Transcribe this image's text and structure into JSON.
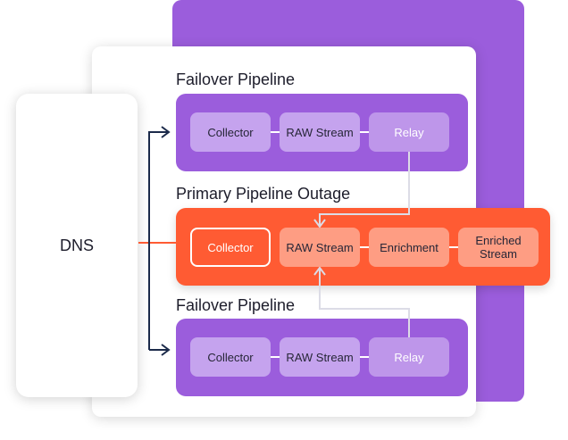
{
  "dns": {
    "label": "DNS"
  },
  "failover_top": {
    "title": "Failover Pipeline",
    "nodes": {
      "collector": "Collector",
      "raw_stream": "RAW Stream",
      "relay": "Relay"
    }
  },
  "primary": {
    "title": "Primary Pipeline Outage",
    "nodes": {
      "collector": "Collector",
      "raw_stream": "RAW Stream",
      "enrichment": "Enrichment",
      "enriched_stream": "Enriched Stream"
    }
  },
  "failover_bottom": {
    "title": "Failover Pipeline",
    "nodes": {
      "collector": "Collector",
      "raw_stream": "RAW Stream",
      "relay": "Relay"
    }
  },
  "colors": {
    "purple": "#9B5DDC",
    "orange": "#FF5B33",
    "lavender_node": "#C5A3EE",
    "peach_node": "#FE9D83",
    "navy_arrow": "#1B2A4A"
  }
}
